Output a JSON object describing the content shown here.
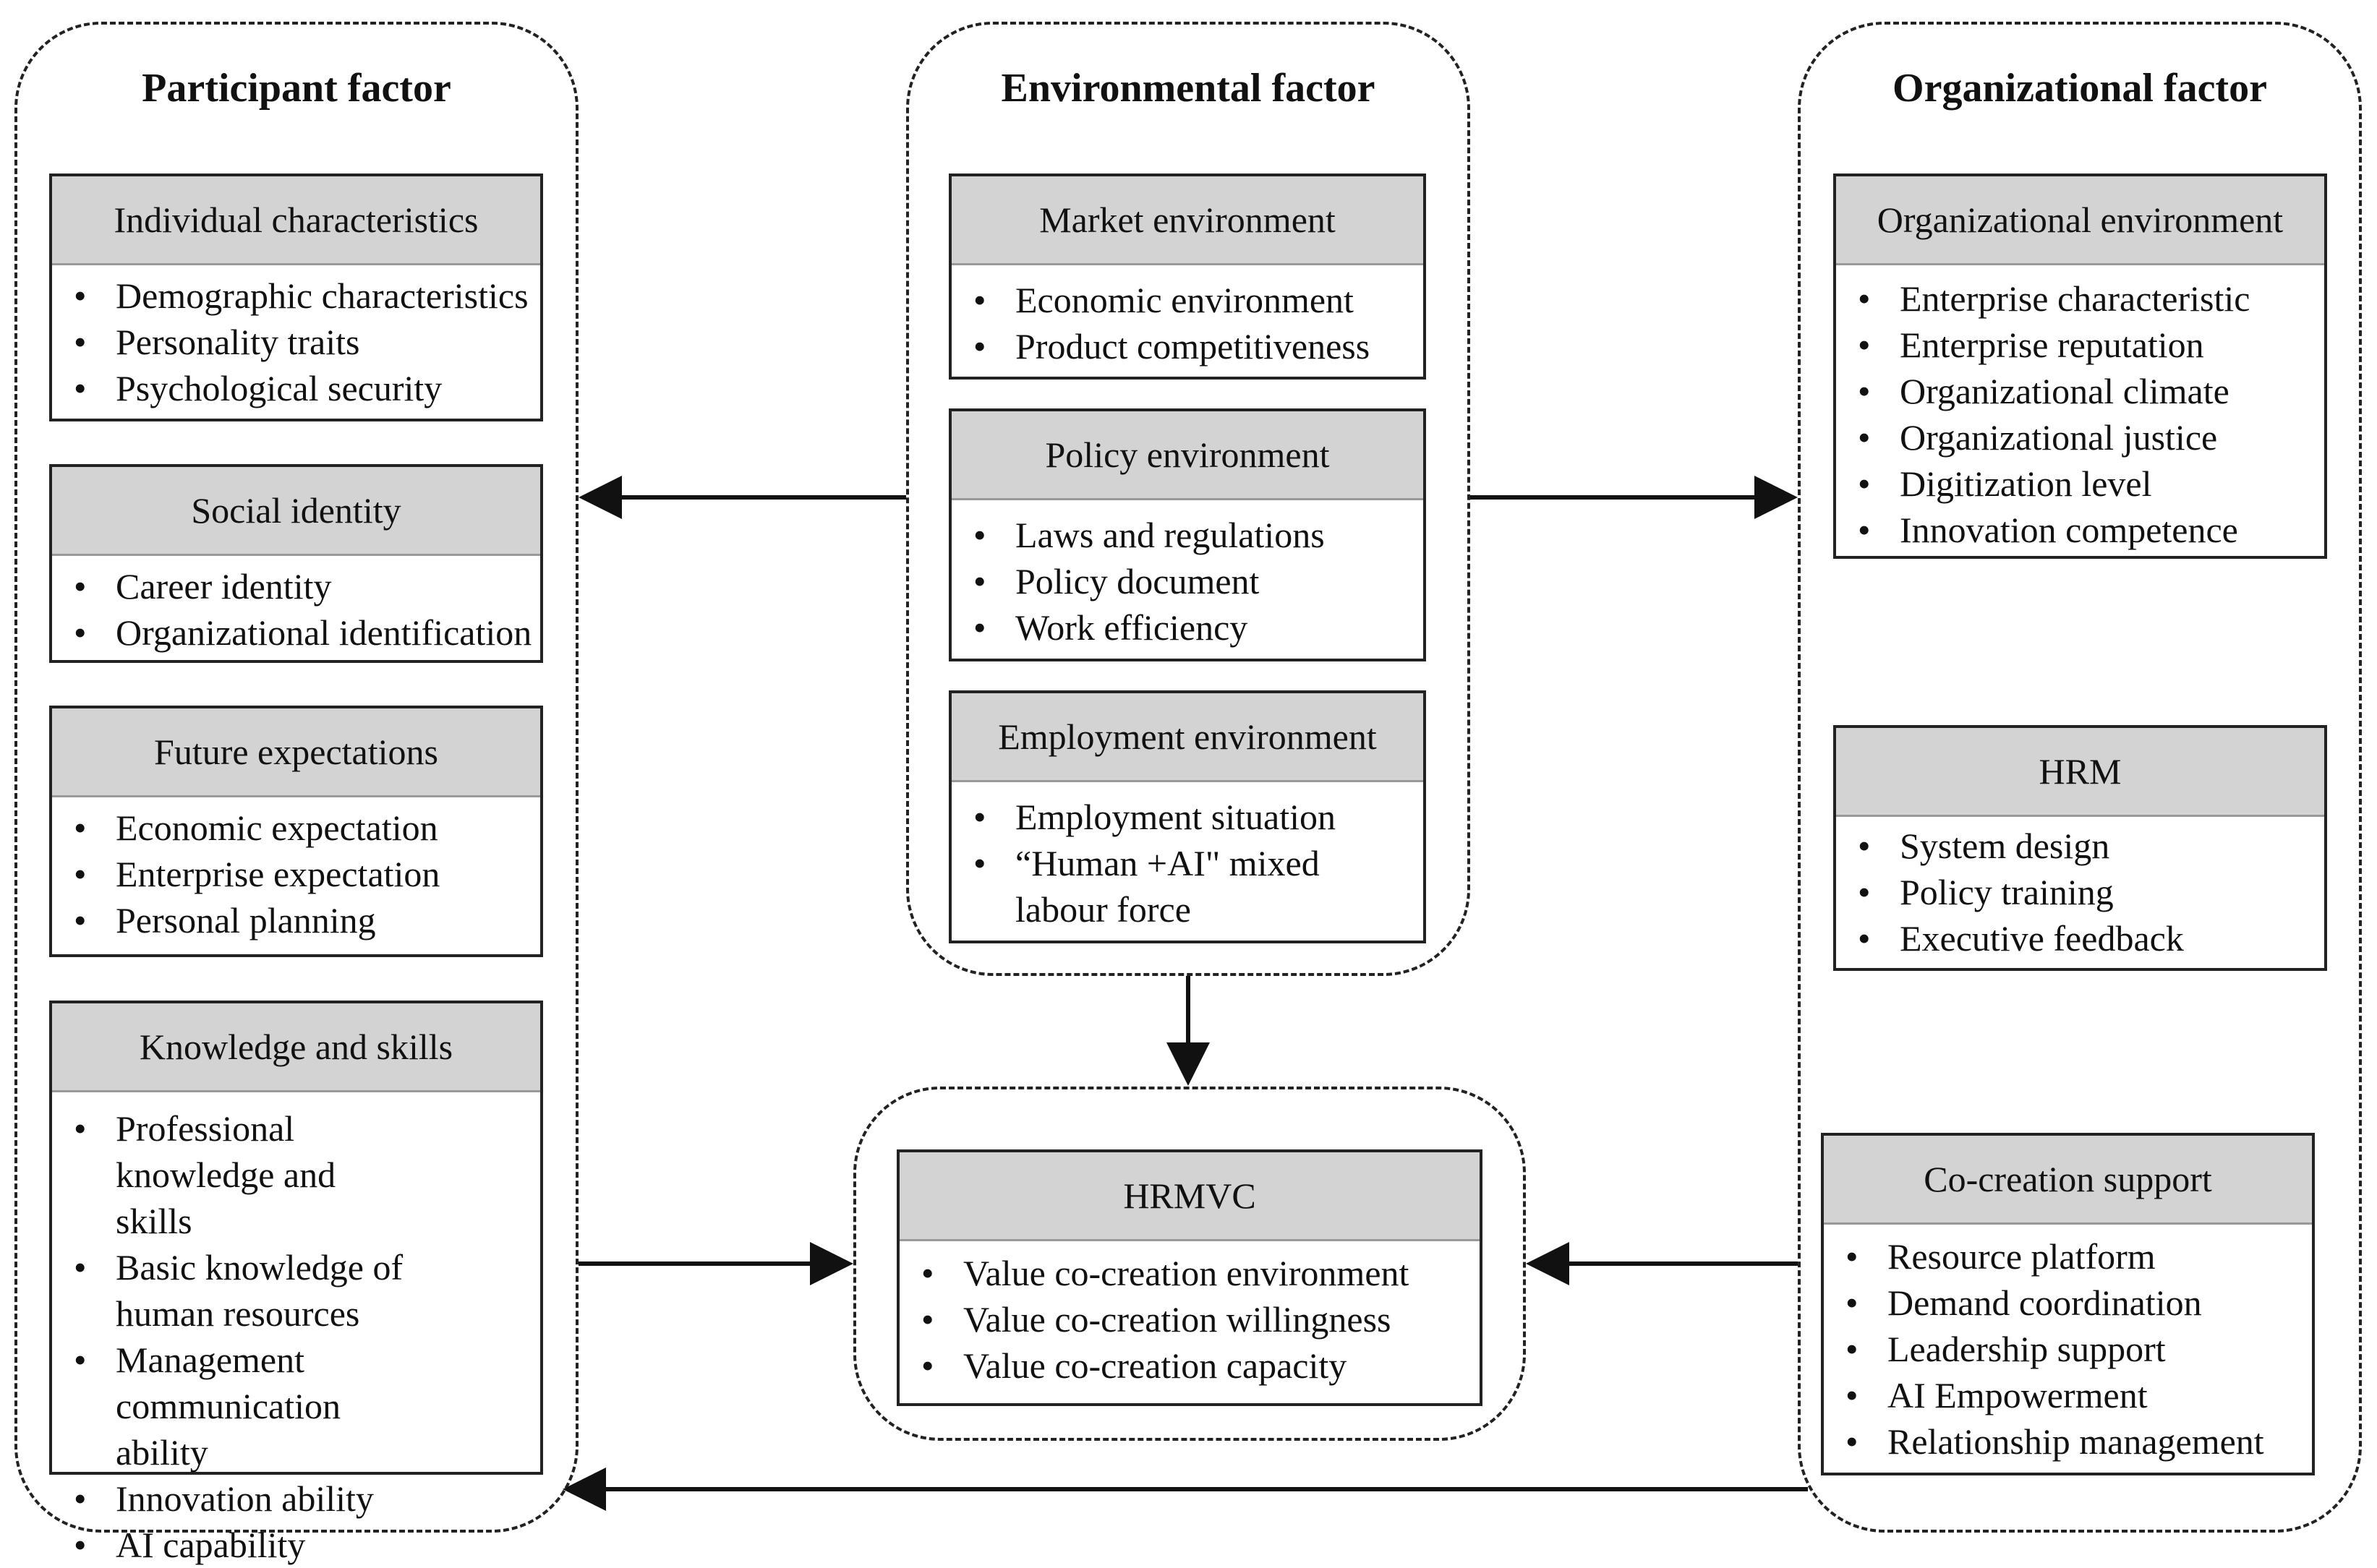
{
  "participant": {
    "title": "Participant factor",
    "boxes": [
      {
        "title": "Individual characteristics",
        "items": [
          "Demographic characteristics",
          "Personality traits",
          "Psychological security"
        ]
      },
      {
        "title": "Social identity",
        "items": [
          "Career identity",
          "Organizational identification"
        ]
      },
      {
        "title": "Future expectations",
        "items": [
          "Economic expectation",
          "Enterprise expectation",
          "Personal planning"
        ]
      },
      {
        "title": "Knowledge and skills",
        "items": [
          "Professional knowledge and skills",
          "Basic knowledge of human resources",
          "Management communication ability",
          "Innovation ability",
          "AI capability"
        ]
      }
    ]
  },
  "environmental": {
    "title": "Environmental factor",
    "boxes": [
      {
        "title": "Market environment",
        "items": [
          "Economic environment",
          "Product competitiveness"
        ]
      },
      {
        "title": "Policy environment",
        "items": [
          "Laws and regulations",
          "Policy document",
          "Work efficiency"
        ]
      },
      {
        "title": "Employment environment",
        "items": [
          "Employment situation",
          "“Human +AI\" mixed labour force"
        ]
      }
    ]
  },
  "organizational": {
    "title": "Organizational factor",
    "boxes": [
      {
        "title": "Organizational environment",
        "items": [
          "Enterprise characteristic",
          "Enterprise reputation",
          "Organizational climate",
          "Organizational justice",
          "Digitization level",
          "Innovation competence"
        ]
      },
      {
        "title": "HRM",
        "items": [
          "System design",
          "Policy training",
          "Executive feedback"
        ]
      },
      {
        "title": "Co-creation support",
        "items": [
          "Resource platform",
          "Demand coordination",
          "Leadership support",
          "AI Empowerment",
          "Relationship management"
        ]
      }
    ]
  },
  "center": {
    "title": "HRMVC",
    "items": [
      "Value co-creation environment",
      "Value co-creation willingness",
      "Value co-creation capacity"
    ]
  }
}
